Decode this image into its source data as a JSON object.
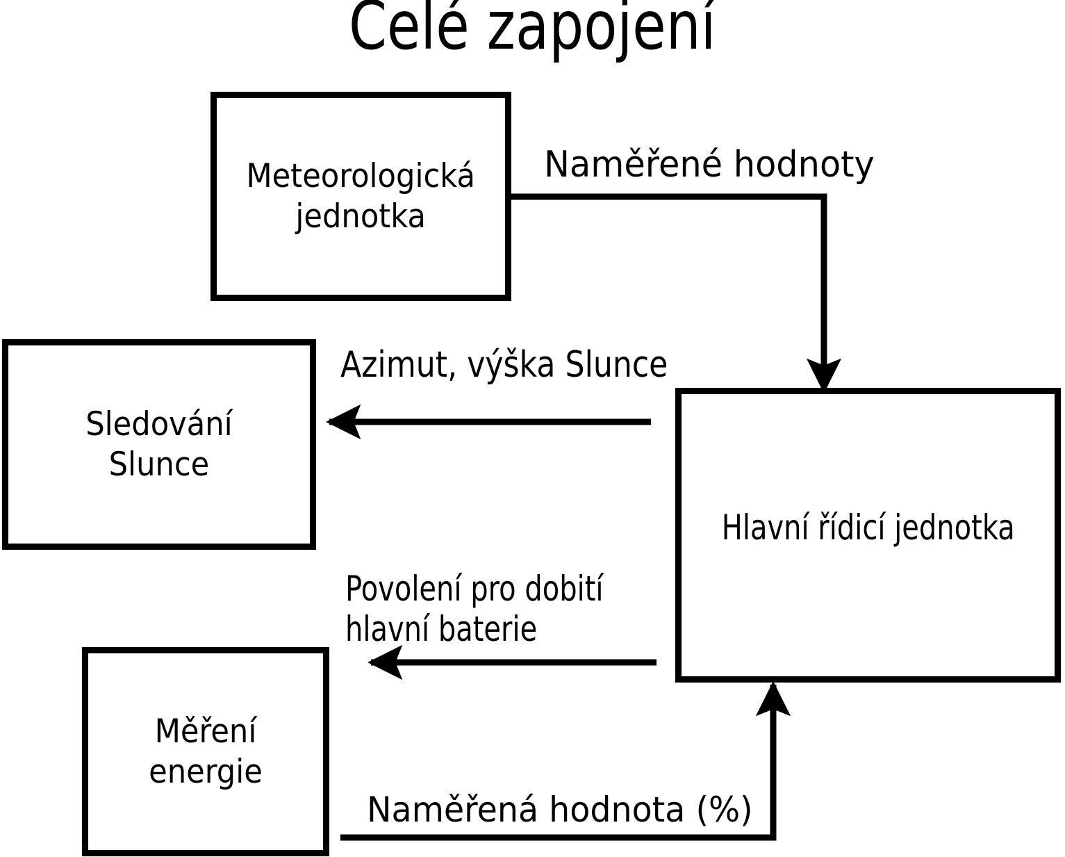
{
  "title": "Celé zapojení",
  "colors": {
    "ink": "#000000",
    "paper": "#ffffff"
  },
  "boxes": {
    "meteo": {
      "line1": "Meteorologická",
      "line2": "jednotka"
    },
    "sun_tracking": {
      "line1": "Sledování",
      "line2": "Slunce"
    },
    "energy": {
      "line1": "Měření",
      "line2": "energie"
    },
    "main_control": {
      "label": "Hlavní řídicí jednotka"
    }
  },
  "arrows": {
    "measured_values": {
      "label": "Naměřené hodnoty",
      "from": "Meteorologická jednotka",
      "to": "Hlavní řídicí jednotka"
    },
    "azimuth_elevation": {
      "label": "Azimut, výška Slunce",
      "from": "Hlavní řídicí jednotka",
      "to": "Sledování Slunce"
    },
    "charge_permission": {
      "label_line1": "Povolení pro dobití",
      "label_line2": "hlavní baterie",
      "from": "Hlavní řídicí jednotka",
      "to": "Měření energie"
    },
    "measured_percentage": {
      "label": "Naměřená hodnota (%)",
      "from": "Měření energie",
      "to": "Hlavní řídicí jednotka"
    }
  }
}
